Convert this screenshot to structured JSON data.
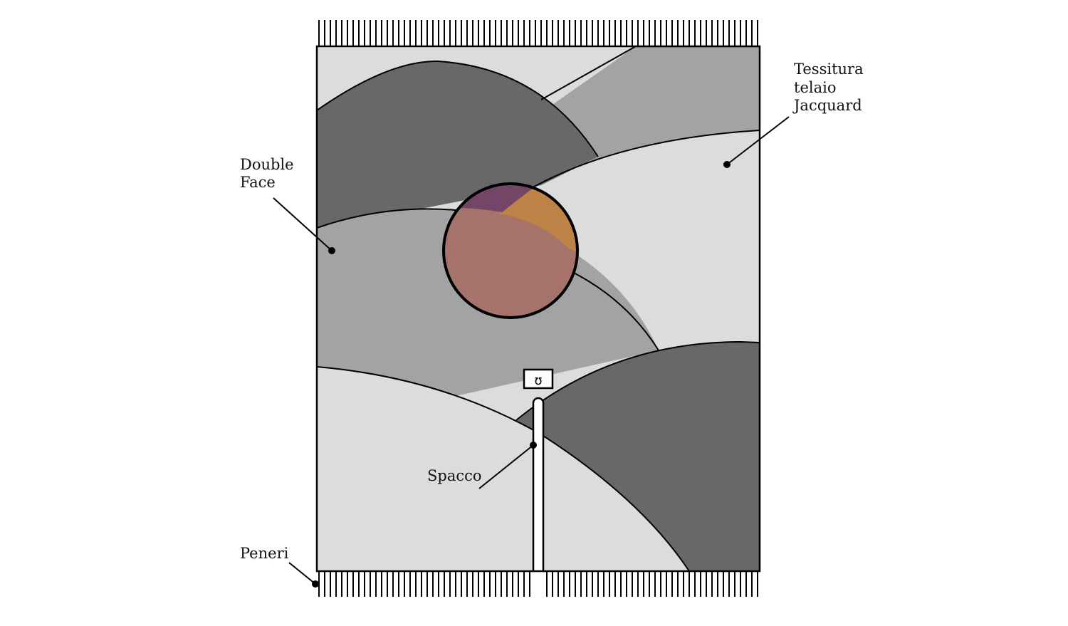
{
  "colors": {
    "light": "#dcdcdc",
    "medium": "#a3a3a3",
    "dark": "#686868",
    "outline": "#000000",
    "swatch_purple": "#7a4a6e",
    "swatch_orange": "#c98a4a",
    "swatch_pink": "#b07a72"
  },
  "labels": {
    "jacquard": [
      "Tessitura",
      "telaio",
      "Jacquard"
    ],
    "double_face": [
      "Double",
      "Face"
    ],
    "spacco": "Spacco",
    "peneri": "Peneri"
  },
  "tag_symbol": "ʊ",
  "icons": {
    "fabric_swatch": "fabric-swatch-icon",
    "label_tag": "label-tag-icon"
  }
}
